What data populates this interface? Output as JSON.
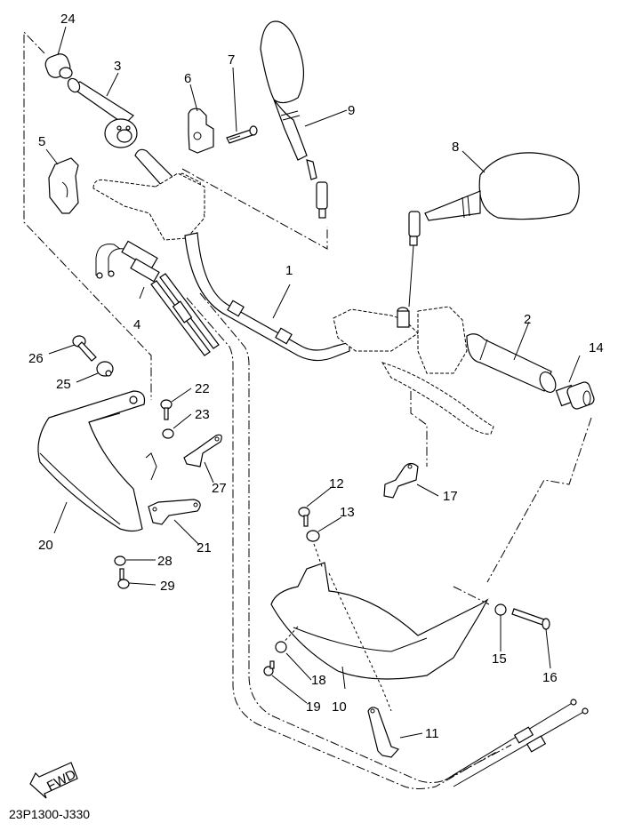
{
  "diagram": {
    "title_code": "23P1300-J330",
    "fwd_label": "FWD",
    "callouts": [
      {
        "id": "1",
        "text": "1"
      },
      {
        "id": "2",
        "text": "2"
      },
      {
        "id": "3",
        "text": "3"
      },
      {
        "id": "4",
        "text": "4"
      },
      {
        "id": "5",
        "text": "5"
      },
      {
        "id": "6",
        "text": "6"
      },
      {
        "id": "7",
        "text": "7"
      },
      {
        "id": "8",
        "text": "8"
      },
      {
        "id": "9",
        "text": "9"
      },
      {
        "id": "10",
        "text": "10"
      },
      {
        "id": "11",
        "text": "11"
      },
      {
        "id": "12",
        "text": "12"
      },
      {
        "id": "13",
        "text": "13"
      },
      {
        "id": "14",
        "text": "14"
      },
      {
        "id": "15",
        "text": "15"
      },
      {
        "id": "16",
        "text": "16"
      },
      {
        "id": "17",
        "text": "17"
      },
      {
        "id": "18",
        "text": "18"
      },
      {
        "id": "19",
        "text": "19"
      },
      {
        "id": "20",
        "text": "20"
      },
      {
        "id": "21",
        "text": "21"
      },
      {
        "id": "22",
        "text": "22"
      },
      {
        "id": "23",
        "text": "23"
      },
      {
        "id": "24",
        "text": "24"
      },
      {
        "id": "25",
        "text": "25"
      },
      {
        "id": "26",
        "text": "26"
      },
      {
        "id": "27",
        "text": "27"
      },
      {
        "id": "28",
        "text": "28"
      },
      {
        "id": "29",
        "text": "29"
      }
    ]
  }
}
